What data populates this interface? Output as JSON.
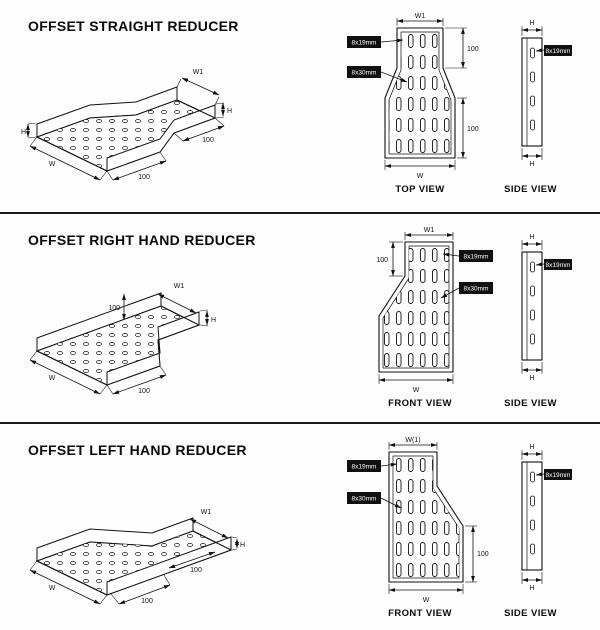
{
  "page": {
    "background": "#fdfdfd",
    "ink": "#111111",
    "callout_bg": "#101010",
    "callout_text": "#ffffff"
  },
  "sections": [
    {
      "title": "OFFSET STRAIGHT REDUCER",
      "iso": {
        "w1": "W1",
        "h_right": "H",
        "len_right": "100",
        "h_left": "H",
        "w": "W",
        "len_bottom": "100"
      },
      "plan": {
        "caption": "TOP VIEW",
        "width_top": "W1",
        "len_upper": "100",
        "len_lower": "100",
        "width_bottom": "W",
        "slot_small": "8x19mm",
        "slot_large": "8x30mm"
      },
      "side": {
        "caption": "SIDE VIEW",
        "h_top": "H",
        "h_bottom": "H",
        "slot": "8x19mm"
      }
    },
    {
      "title": "OFFSET RIGHT HAND REDUCER",
      "iso": {
        "w1": "W1",
        "h_right": "H",
        "len_left": "100",
        "w": "W",
        "len_bottom": "100"
      },
      "plan": {
        "caption": "FRONT VIEW",
        "width_top": "W1",
        "len_upper": "100",
        "width_bottom": "W",
        "slot_small": "8x19mm",
        "slot_large": "8x30mm"
      },
      "side": {
        "caption": "SIDE VIEW",
        "h_top": "H",
        "h_bottom": "H",
        "slot": "8x19mm"
      }
    },
    {
      "title": "OFFSET LEFT HAND REDUCER",
      "iso": {
        "w1": "W1",
        "h_right": "H",
        "len_right": "100",
        "w": "W",
        "len_bottom": "100"
      },
      "plan": {
        "caption": "FRONT VIEW",
        "width_top": "W(1)",
        "len_lower": "100",
        "width_bottom": "W",
        "slot_small": "8x19mm",
        "slot_large": "8x30mm"
      },
      "side": {
        "caption": "SIDE VIEW",
        "h_top": "H",
        "h_bottom": "H",
        "slot": "8x19mm"
      }
    }
  ]
}
